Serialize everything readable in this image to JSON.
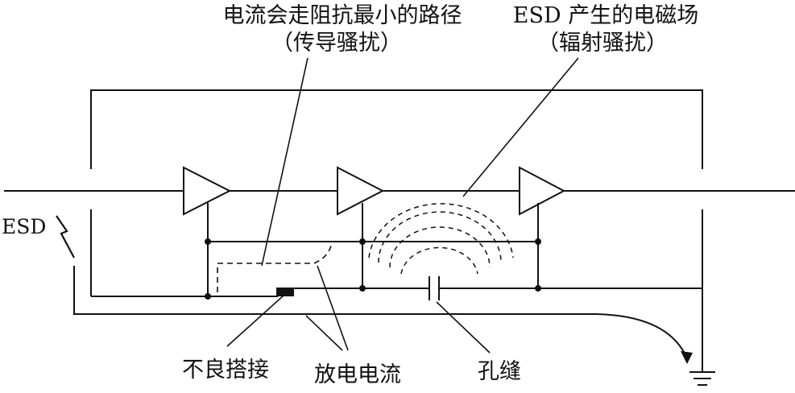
{
  "labels": {
    "conduction_title": "电流会走阻抗最小的路径",
    "conduction_sub": "（传导骚扰）",
    "radiation_title": "ESD 产生的电磁场",
    "radiation_sub": "（辐射骚扰）",
    "esd": "ESD",
    "bad_joint": "不良搭接",
    "discharge_current": "放电电流",
    "slot": "孔缝"
  },
  "colors": {
    "stroke": "#111111",
    "background": "#ffffff"
  }
}
